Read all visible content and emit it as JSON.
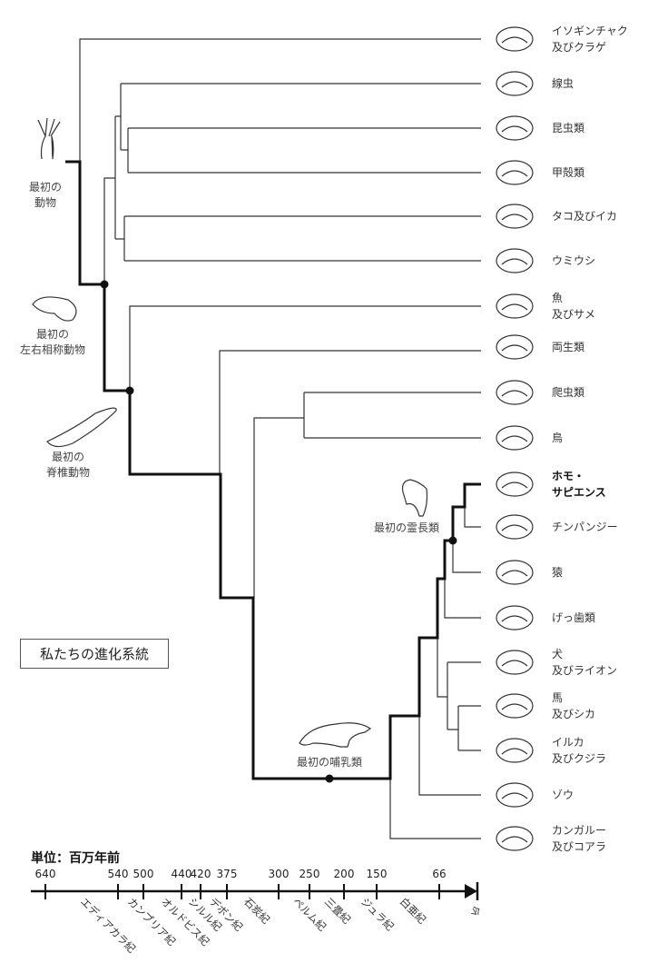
{
  "title": "私たちの進化系統",
  "unit_label": "単位：百万年前",
  "leaves": [
    {
      "lines": [
        "イソギンチャク",
        "及びクラゲ"
      ],
      "icon": "jellyfish-icon"
    },
    {
      "lines": [
        "線虫"
      ],
      "icon": "nematode-icon"
    },
    {
      "lines": [
        "昆虫類"
      ],
      "icon": "insect-icon"
    },
    {
      "lines": [
        "甲殻類"
      ],
      "icon": "crab-icon"
    },
    {
      "lines": [
        "タコ及びイカ"
      ],
      "icon": "octopus-icon"
    },
    {
      "lines": [
        "ウミウシ"
      ],
      "icon": "sea-slug-icon"
    },
    {
      "lines": [
        "魚",
        "及びサメ"
      ],
      "icon": "fish-icon"
    },
    {
      "lines": [
        "両生類"
      ],
      "icon": "frog-icon"
    },
    {
      "lines": [
        "爬虫類"
      ],
      "icon": "reptile-icon"
    },
    {
      "lines": [
        "鳥"
      ],
      "icon": "bird-icon"
    },
    {
      "lines": [
        "ホモ・",
        "サピエンス"
      ],
      "icon": "human-icon",
      "bold": true
    },
    {
      "lines": [
        "チンパンジー"
      ],
      "icon": "chimpanzee-icon"
    },
    {
      "lines": [
        "猿"
      ],
      "icon": "monkey-icon"
    },
    {
      "lines": [
        "げっ歯類"
      ],
      "icon": "rodent-icon"
    },
    {
      "lines": [
        "犬",
        "及びライオン"
      ],
      "icon": "dog-icon"
    },
    {
      "lines": [
        "馬",
        "及びシカ"
      ],
      "icon": "horse-icon"
    },
    {
      "lines": [
        "イルカ",
        "及びクジラ"
      ],
      "icon": "whale-icon"
    },
    {
      "lines": [
        "ゾウ"
      ],
      "icon": "elephant-icon"
    },
    {
      "lines": [
        "カンガルー",
        "及びコアラ"
      ],
      "icon": "kangaroo-icon"
    }
  ],
  "ancestors": {
    "first_animal": [
      "最初の",
      "動物"
    ],
    "first_bilateral": [
      "最初の",
      "左右相称動物"
    ],
    "first_vertebrate": [
      "最初の",
      "脊椎動物"
    ],
    "first_mammal": [
      "最初の哺乳類"
    ],
    "first_primate": [
      "最初の霊長類"
    ]
  },
  "timeline": {
    "ticks": [
      "640",
      "540",
      "500",
      "440",
      "420",
      "375",
      "300",
      "250",
      "200",
      "150",
      "66"
    ],
    "now_label": "今",
    "periods": [
      "エディアカラ紀",
      "カンブリア紀",
      "オルドビス紀",
      "シルル紀",
      "デボン紀",
      "石炭紀",
      "ペルム紀",
      "三畳紀",
      "ジュラ紀",
      "白亜紀"
    ]
  }
}
